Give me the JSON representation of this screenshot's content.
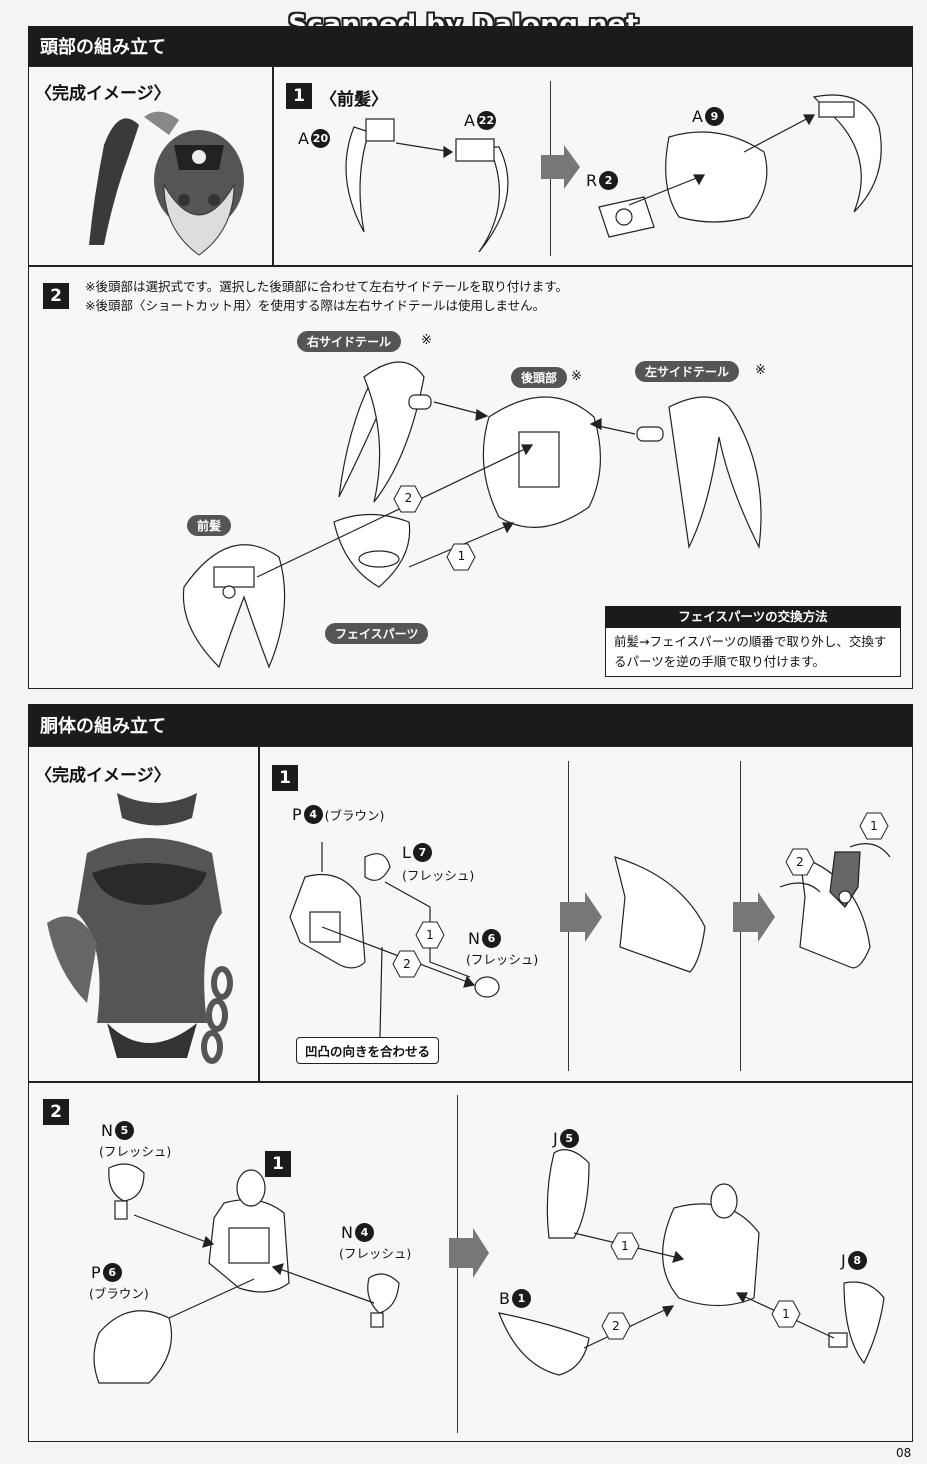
{
  "watermark": "Scanned by Dalong.net",
  "head_section": {
    "title": "頭部の組み立て",
    "finished_image_label": "〈完成イメージ〉",
    "step1": {
      "number": "1",
      "title": "〈前髪〉",
      "parts": [
        {
          "letter": "A",
          "num": "20"
        },
        {
          "letter": "A",
          "num": "22"
        },
        {
          "letter": "A",
          "num": "9"
        },
        {
          "letter": "R",
          "num": "2"
        }
      ]
    },
    "step2": {
      "number": "2",
      "notes": [
        "※後頭部は選択式です。選択した後頭部に合わせて左右サイドテールを取り付けます。",
        "※後頭部〈ショートカット用〉を使用する際は左右サイドテールは使用しません。"
      ],
      "labels": {
        "right_side_tail": "右サイドテール",
        "back_head": "後頭部",
        "left_side_tail": "左サイドテール",
        "bangs": "前髪",
        "face_parts": "フェイスパーツ",
        "asterisk": "※"
      },
      "order": [
        "1",
        "2"
      ],
      "info_box": {
        "title": "フェイスパーツの交換方法",
        "body": "前髪→フェイスパーツの順番で取り外し、交換するパーツを逆の手順で取り付けます。"
      }
    }
  },
  "body_section": {
    "title": "胴体の組み立て",
    "finished_image_label": "〈完成イメージ〉",
    "step1": {
      "number": "1",
      "parts": [
        {
          "letter": "P",
          "num": "4",
          "color": "(ブラウン)"
        },
        {
          "letter": "L",
          "num": "7",
          "color": "(フレッシュ)"
        },
        {
          "letter": "N",
          "num": "6",
          "color": "(フレッシュ)"
        }
      ],
      "callout": "凹凸の向きを合わせる",
      "order": [
        "1",
        "2",
        "1",
        "2"
      ]
    },
    "step2": {
      "number": "2",
      "ref_step": "1",
      "parts": [
        {
          "letter": "N",
          "num": "5",
          "color": "(フレッシュ)"
        },
        {
          "letter": "P",
          "num": "6",
          "color": "(ブラウン)"
        },
        {
          "letter": "N",
          "num": "4",
          "color": "(フレッシュ)"
        },
        {
          "letter": "J",
          "num": "5",
          "color": ""
        },
        {
          "letter": "B",
          "num": "1",
          "color": ""
        },
        {
          "letter": "J",
          "num": "8",
          "color": ""
        }
      ],
      "order": [
        "1",
        "2",
        "1"
      ]
    }
  },
  "page_number": "08"
}
